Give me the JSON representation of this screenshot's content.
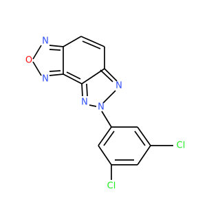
{
  "molecule": {
    "atoms": {
      "o1": {
        "symbol": "O",
        "color": "#FF0D0D"
      },
      "n_left_top": {
        "symbol": "N",
        "color": "#3050F8"
      },
      "n_left_bottom": {
        "symbol": "N",
        "color": "#3050F8"
      },
      "n_triazole_right": {
        "symbol": "N",
        "color": "#3050F8"
      },
      "n_triazole_left": {
        "symbol": "N",
        "color": "#3050F8"
      },
      "n_triazole_center": {
        "symbol": "N",
        "color": "#3050F8"
      },
      "cl_upper": {
        "symbol": "Cl",
        "color": "#1FF01F"
      },
      "cl_lower": {
        "symbol": "Cl",
        "color": "#1FF01F"
      }
    },
    "bond_color": "#000000"
  }
}
